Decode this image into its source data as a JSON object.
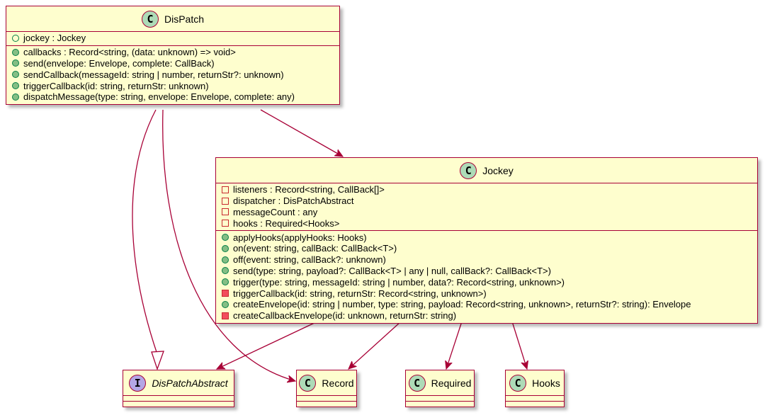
{
  "colors": {
    "class_fill": "#fefece",
    "border": "#a80036",
    "class_badge": "#addbb7",
    "interface_badge": "#b4a7e5",
    "public_marker": "#84be84",
    "private_marker": "#f24d5c"
  },
  "classes": {
    "dispatch": {
      "badge": "C",
      "name": "DisPatch",
      "fields": [
        {
          "vis": "public-field",
          "text": "jockey : Jockey"
        }
      ],
      "methods": [
        {
          "vis": "public-method",
          "text": "callbacks : Record<string, (data: unknown) => void>"
        },
        {
          "vis": "public-method",
          "text": "send(envelope: Envelope, complete: CallBack)"
        },
        {
          "vis": "public-method",
          "text": "sendCallback(messageId: string | number, returnStr?: unknown)"
        },
        {
          "vis": "public-method",
          "text": "triggerCallback(id: string, returnStr: unknown)"
        },
        {
          "vis": "public-method",
          "text": "dispatchMessage(type: string, envelope: Envelope, complete: any)"
        }
      ]
    },
    "jockey": {
      "badge": "C",
      "name": "Jockey",
      "fields": [
        {
          "vis": "private-field",
          "text": "listeners : Record<string, CallBack[]>"
        },
        {
          "vis": "private-field",
          "text": "dispatcher : DisPatchAbstract"
        },
        {
          "vis": "private-field",
          "text": "messageCount : any"
        },
        {
          "vis": "private-field",
          "text": "hooks : Required<Hooks>"
        }
      ],
      "methods": [
        {
          "vis": "public-method",
          "text": "applyHooks(applyHooks: Hooks)"
        },
        {
          "vis": "public-method",
          "text": "on(event: string, callBack: CallBack<T>)"
        },
        {
          "vis": "public-method",
          "text": "off(event: string, callBack?: unknown)"
        },
        {
          "vis": "public-method",
          "text": "send(type: string, payload?: CallBack<T> | any | null, callBack?: CallBack<T>)"
        },
        {
          "vis": "public-method",
          "text": "trigger(type: string, messageId: string | number, data?: Record<string, unknown>)"
        },
        {
          "vis": "private-method",
          "text": "triggerCallback(id: string, returnStr: Record<string, unknown>)"
        },
        {
          "vis": "public-method",
          "text": "createEnvelope(id: string | number, type: string, payload: Record<string, unknown>, returnStr?: string): Envelope"
        },
        {
          "vis": "private-method",
          "text": "createCallbackEnvelope(id: unknown, returnStr: string)"
        }
      ]
    },
    "dispatch_abstract": {
      "badge": "I",
      "name": "DisPatchAbstract"
    },
    "record": {
      "badge": "C",
      "name": "Record"
    },
    "required": {
      "badge": "C",
      "name": "Required"
    },
    "hooks": {
      "badge": "C",
      "name": "Hooks"
    }
  },
  "relations": [
    {
      "from": "DisPatch",
      "to": "Jockey",
      "kind": "association"
    },
    {
      "from": "DisPatch",
      "to": "DisPatchAbstract",
      "kind": "realization"
    },
    {
      "from": "DisPatch",
      "to": "Record",
      "kind": "association"
    },
    {
      "from": "Jockey",
      "to": "DisPatchAbstract",
      "kind": "association"
    },
    {
      "from": "Jockey",
      "to": "Record",
      "kind": "association"
    },
    {
      "from": "Jockey",
      "to": "Required",
      "kind": "association"
    },
    {
      "from": "Jockey",
      "to": "Hooks",
      "kind": "association"
    }
  ]
}
